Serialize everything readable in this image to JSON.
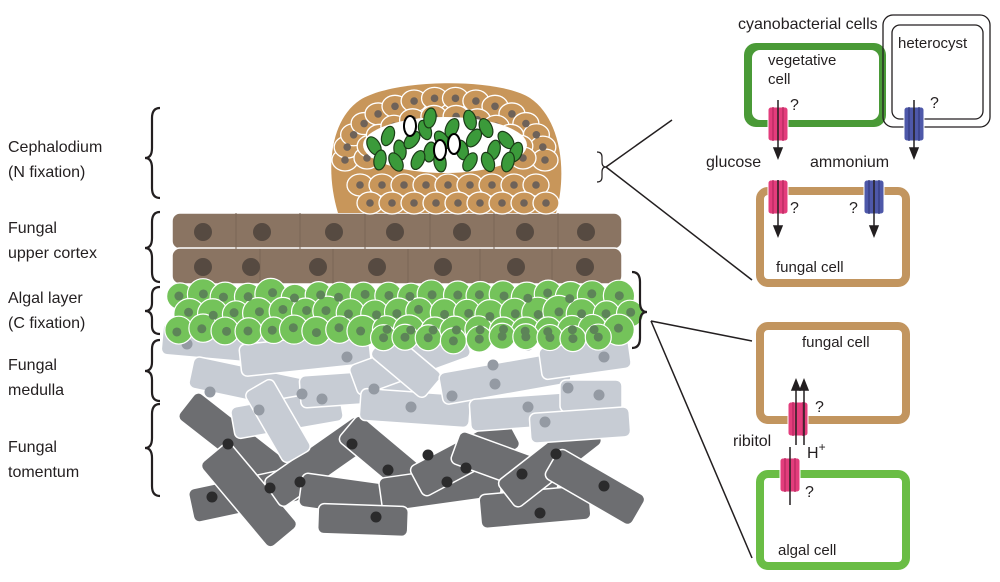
{
  "layers": [
    {
      "line1": "Cephalodium",
      "line2": "(N fixation)"
    },
    {
      "line1": "Fungal",
      "line2": "upper cortex"
    },
    {
      "line1": "Algal layer",
      "line2": "(C fixation)"
    },
    {
      "line1": "Fungal",
      "line2": "medulla"
    },
    {
      "line1": "Fungal",
      "line2": "tomentum"
    }
  ],
  "top_panel": {
    "title": "cyanobacterial cells",
    "vegetative_line1": "vegetative",
    "vegetative_line2": "cell",
    "heterocyst": "heterocyst",
    "glucose": "glucose",
    "ammonium": "ammonium",
    "fungal_cell": "fungal cell",
    "question": "?"
  },
  "bottom_panel": {
    "fungal_cell": "fungal cell",
    "ribitol": "ribitol",
    "proton": "H",
    "proton_sup": "+",
    "algal_cell": "algal cell",
    "question": "?"
  },
  "colors": {
    "tan": "#c8965a",
    "tan_dot": "#6e6259",
    "brown": "#8a7462",
    "brown_dot": "#564a41",
    "algal_green": "#74c35a",
    "algal_dot": "#5d8458",
    "cyano_green": "#3b9a3a",
    "light_gray": "#c7ccd4",
    "light_gray_dot": "#949aa3",
    "dark_gray": "#6d6e71",
    "dark_dot": "#2b2b2c",
    "transporter_pink": "#e33d7c",
    "transporter_blue": "#4e58a9",
    "fungal_border": "#c2955f",
    "algal_border": "#6abd45",
    "vegetative_border": "#4a9a37"
  }
}
